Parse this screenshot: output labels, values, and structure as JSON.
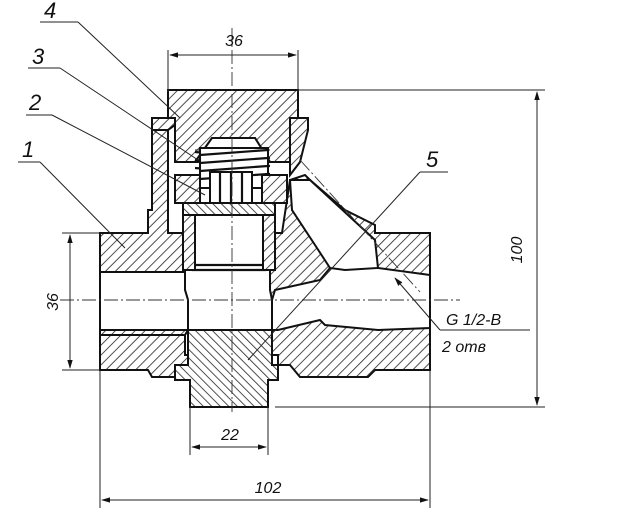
{
  "drawing": {
    "part_numbers": [
      "1",
      "2",
      "3",
      "4",
      "5"
    ],
    "dimensions": {
      "cap_width": "36",
      "height": "100",
      "port_height": "36",
      "plug_width": "22",
      "length": "102"
    },
    "thread_note": {
      "line1": "G 1/2-B",
      "line2": "2 отв"
    }
  }
}
